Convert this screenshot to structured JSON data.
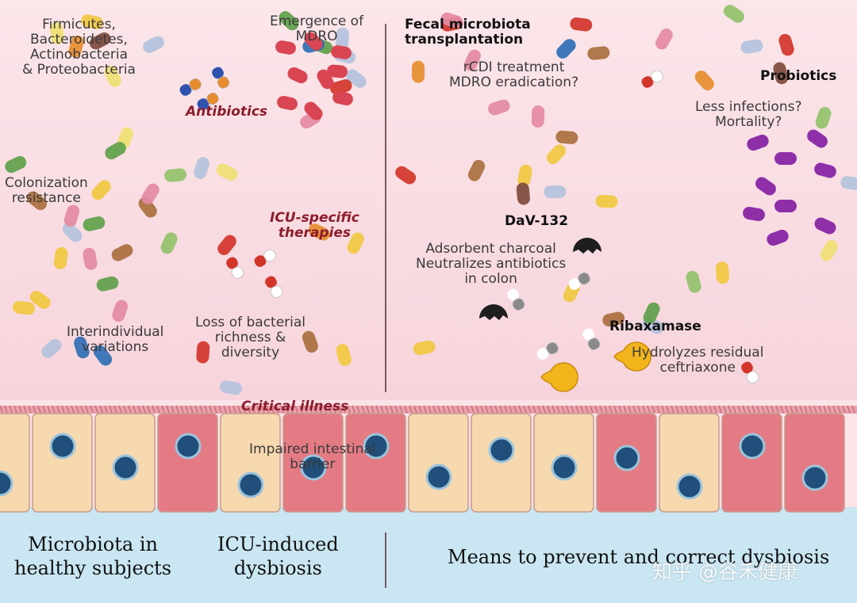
{
  "colors": {
    "background": "#fbe3e8",
    "divider": "#7a5a60",
    "healthy_cell": "#f7d9b0",
    "damaged_cell": "#e47b84",
    "nucleus": "#1f4f7a",
    "lumen": "#c9e6f2",
    "accent_red": "#8c1c2c"
  },
  "labels": {
    "phyla": "Firmicutes,\nBacteroidetes,\nActinobacteria\n& Proteobacteria",
    "colonization": "Colonization\nresistance",
    "interindividual": "Interindividual\nvariations",
    "emergence": "Emergence of\nMDRO",
    "antibiotics": "Antibiotics",
    "icu_therapies": "ICU-specific\ntherapies",
    "loss": "Loss of bacterial\nrichness &\ndiversity",
    "critical": "Critical illness",
    "barrier": "Impaired intestinal\nbarrier",
    "fmt_title": "Fecal microbiota\ntransplantation",
    "fmt_desc": "rCDI treatment\nMDRO eradication?",
    "probiotics_title": "Probiotics",
    "probiotics_desc": "Less infections?\nMortality?",
    "dav_title": "DaV-132",
    "dav_desc": "Adsorbent charcoal\nNeutralizes antibiotics\nin colon",
    "ribax_title": "Ribaxamase",
    "ribax_desc": "Hydrolyzes residual\nceftriaxone"
  },
  "bottom": {
    "healthy": "Microbiota in\nhealthy subjects",
    "icu": "ICU-induced\ndysbiosis",
    "means": "Means to prevent and correct dysbiosis"
  },
  "watermark": "知乎 @谷禾健康"
}
